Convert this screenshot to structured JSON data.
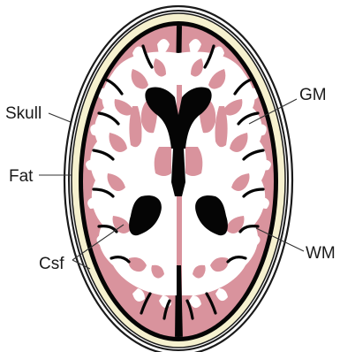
{
  "labels": {
    "skull": "Skull",
    "fat": "Fat",
    "csf": "Csf",
    "gm": "GM",
    "wm": "WM"
  },
  "colors": {
    "skull_outline": "#1a1a1a",
    "fat": "#f6f1cf",
    "csf": "#050505",
    "gray_matter": "#d9939d",
    "white_matter": "#ffffff"
  }
}
